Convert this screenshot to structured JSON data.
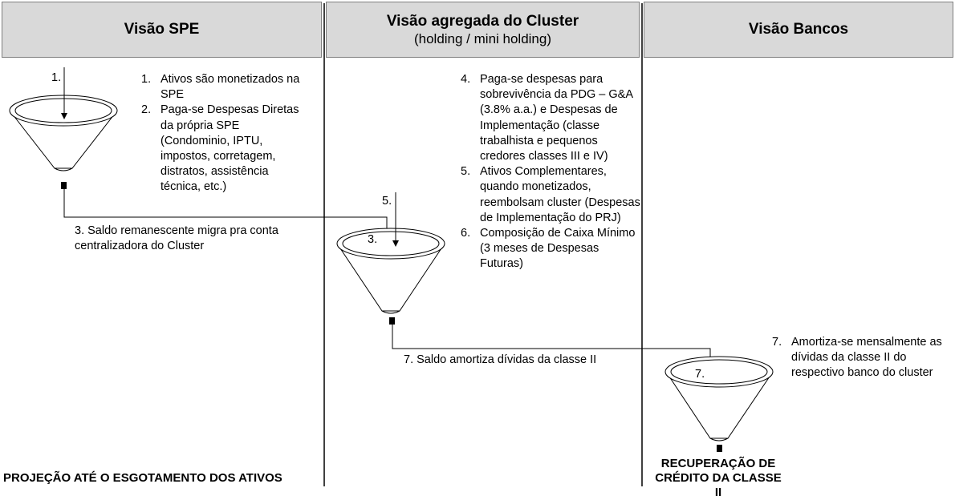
{
  "headers": {
    "spe": {
      "title": "Visão SPE"
    },
    "cluster": {
      "title": "Visão agregada do Cluster",
      "subtitle": "(holding / mini holding)"
    },
    "bancos": {
      "title": "Visão Bancos"
    }
  },
  "spe_steps": [
    {
      "num": "1.",
      "text": "Ativos são monetizados na SPE"
    },
    {
      "num": "2.",
      "text": "Paga-se Despesas Diretas da própria SPE (Condominio, IPTU, impostos, corretagem, distratos, assistência técnica, etc.)"
    }
  ],
  "cluster_steps": [
    {
      "num": "4.",
      "text": "Paga-se despesas para sobrevivência da PDG – G&A (3.8% a.a.) e Despesas de Implementação (classe trabalhista e pequenos credores classes III e IV)"
    },
    {
      "num": "5.",
      "text": "Ativos Complementares, quando monetizados, reembolsam cluster (Despesas de Implementação do PRJ)"
    },
    {
      "num": "6.",
      "text": "Composição de Caixa Mínimo (3 meses de Despesas Futuras)"
    }
  ],
  "bancos_steps": [
    {
      "num": "7.",
      "text": "Amortiza-se mensalmente as dívidas da classe II do respectivo banco do cluster"
    }
  ],
  "funnel_labels": {
    "spe_in": "1.",
    "cluster_in_5": "5.",
    "cluster_in_3": "3.",
    "bancos_in": "7."
  },
  "flow_labels": {
    "saldo_spe": "3. Saldo remanescente migra pra conta centralizadora do Cluster",
    "saldo_cluster": "7. Saldo amortiza dívidas da classe II"
  },
  "footer": {
    "projecao": "PROJEÇÃO ATÉ O ESGOTAMENTO DOS ATIVOS",
    "recuperacao": "RECUPERAÇÃO DE CRÉDITO DA CLASSE II"
  }
}
